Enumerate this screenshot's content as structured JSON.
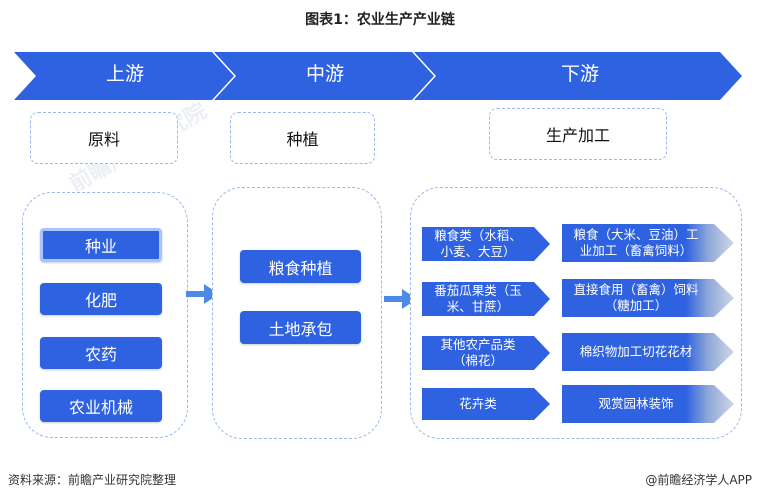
{
  "title": "图表1：农业生产产业链",
  "stages": [
    {
      "label": "上游",
      "header": "原料",
      "items": [
        "种业",
        "化肥",
        "农药",
        "农业机械"
      ]
    },
    {
      "label": "中游",
      "header": "种植",
      "items": [
        "粮食种植",
        "土地承包"
      ]
    },
    {
      "label": "下游",
      "header": "生产加工"
    }
  ],
  "downstream_rows": [
    {
      "category": "粮食类（水稻、小麦、大豆）",
      "product": "粮食（大米、豆油）工业加工（畜禽饲料）"
    },
    {
      "category": "番茄瓜果类（玉米、甘蔗）",
      "product": "直接食用（畜禽）饲料（糖加工）"
    },
    {
      "category": "其他农产品类（棉花）",
      "product": "棉织物加工切花花材"
    },
    {
      "category": "花卉类",
      "product": "观赏园林装饰"
    }
  ],
  "watermark": "前瞻产业研究院",
  "source": "资料来源：前瞻产业研究院整理",
  "brand": "@前瞻经济学人APP",
  "colors": {
    "primary": "#2f62e0",
    "dashed": "#9bb8ee"
  }
}
